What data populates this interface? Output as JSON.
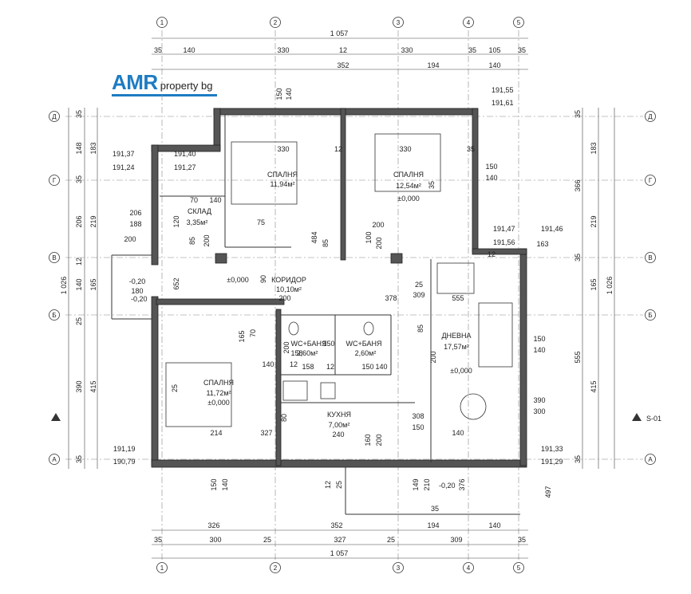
{
  "logo": {
    "brand": "AMR",
    "suffix": "property bg",
    "color": "#1e7cc2"
  },
  "axes_numbers": [
    "1",
    "2",
    "3",
    "4",
    "5"
  ],
  "axes_letters": [
    "Д",
    "Г",
    "В",
    "Б",
    "А"
  ],
  "rooms": [
    {
      "name": "СПАЛНЯ",
      "area": "11,94м²",
      "level": ""
    },
    {
      "name": "СПАЛНЯ",
      "area": "12,54м²",
      "level": "±0,000"
    },
    {
      "name": "СКЛАД",
      "area": "3,35м²",
      "level": ""
    },
    {
      "name": "КОРИДОР",
      "area": "10,10м²",
      "level": "±0,000"
    },
    {
      "name": "WC+БАНЯ",
      "area": "2,60м²",
      "level": ""
    },
    {
      "name": "WC+БАНЯ",
      "area": "2,60м²",
      "level": ""
    },
    {
      "name": "ДНЕВНА",
      "area": "17,57м²",
      "level": "±0,000"
    },
    {
      "name": "СПАЛНЯ",
      "area": "11,72м²",
      "level": "±0,000"
    },
    {
      "name": "КУХНЯ",
      "area": "7,00м²",
      "level": ""
    }
  ],
  "elevations": [
    "191,55",
    "191,61",
    "191,37",
    "191,24",
    "191,40",
    "191,27",
    "191,47",
    "191,56",
    "191,46",
    "191,19",
    "190,79",
    "191,33",
    "191,29",
    "-0,20",
    "-0,20"
  ],
  "dims_top_total": "1 057",
  "dims_top_row1": [
    "35",
    "140",
    "330",
    "12",
    "330",
    "35",
    "105",
    "35"
  ],
  "dims_top_row2": [
    "352",
    "194",
    "140"
  ],
  "dims_bottom_row1": [
    "326",
    "352",
    "194",
    "140"
  ],
  "dims_bottom_row2": [
    "35",
    "300",
    "25",
    "327",
    "25",
    "309",
    "35"
  ],
  "dims_bottom_total": "1 057",
  "dims_left_outer": [
    "35",
    "148",
    "35",
    "206",
    "12",
    "140",
    "25",
    "390",
    "35"
  ],
  "dims_left_inner": [
    "183",
    "219",
    "165",
    "415"
  ],
  "dims_left_total": "1 026",
  "dims_right_outer": [
    "35",
    "366",
    "35",
    "555",
    "35"
  ],
  "dims_right_inner": [
    "183",
    "219",
    "165",
    "415"
  ],
  "dims_right_total": "1 026",
  "interior_dims": [
    "330",
    "12",
    "330",
    "35",
    "150",
    "140",
    "150",
    "140",
    "163",
    "12",
    "70",
    "140",
    "206",
    "188",
    "120",
    "75",
    "200",
    "85",
    "200",
    "484",
    "85",
    "200",
    "100",
    "200",
    "-0,20",
    "180",
    "652",
    "90",
    "200",
    "25",
    "309",
    "378",
    "555",
    "85",
    "200",
    "165",
    "70",
    "200",
    "158",
    "12",
    "158",
    "12",
    "150",
    "140",
    "150",
    "140",
    "390",
    "300",
    "25",
    "214",
    "327",
    "80",
    "240",
    "160",
    "200",
    "308",
    "150",
    "140",
    "150",
    "140",
    "12",
    "25",
    "150",
    "140",
    "149",
    "210",
    "497",
    "376",
    "35",
    "35"
  ],
  "marks": [
    "S-01"
  ]
}
